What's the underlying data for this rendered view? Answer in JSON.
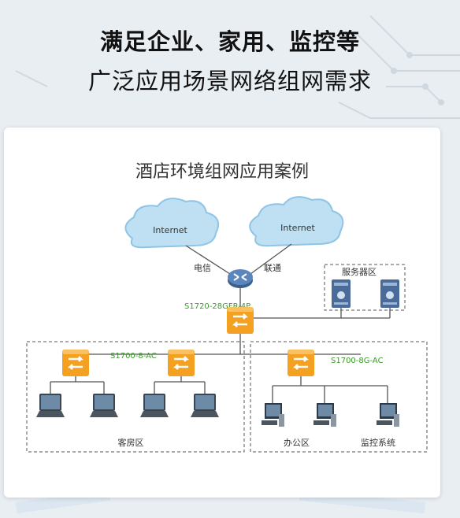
{
  "header": {
    "line1": "满足企业、家用、监控等",
    "line2": "广泛应用场景网络组网需求"
  },
  "card": {
    "title": "酒店环境组网应用案例"
  },
  "diagram": {
    "cloud_left": "Internet",
    "cloud_right": "Internet",
    "isp_left": "电信",
    "isp_right": "联通",
    "core_switch": "S1720-28GFR-4P",
    "server_zone": "服务器区",
    "left_switch": "S1700-8-AC",
    "right_switch": "S1700-8G-AC",
    "guest_zone": "客房区",
    "office_zone": "办公区",
    "monitor_zone": "监控系统",
    "colors": {
      "switch_orange": "#f4a020",
      "model_label_green": "#3c9a2a",
      "cloud_blue": "#bfe0f3"
    }
  }
}
